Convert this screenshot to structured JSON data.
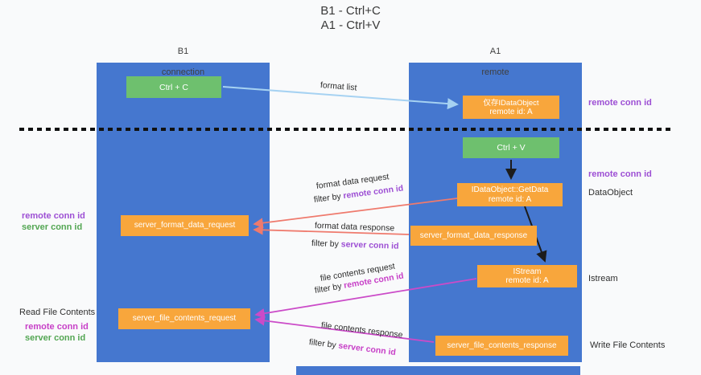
{
  "title": {
    "line1": "B1 - Ctrl+C",
    "line2": "A1 - Ctrl+V"
  },
  "columns": {
    "left": {
      "name": "B1",
      "sub": "connection"
    },
    "right": {
      "name": "A1",
      "sub": "remote"
    }
  },
  "boxes": {
    "ctrl_c": "Ctrl + C",
    "ctrl_v": "Ctrl + V",
    "idataobject": {
      "line1": "仅存IDataObject",
      "line2": "remote id: A"
    },
    "getdata": {
      "line1": "IDataObject::GetData",
      "line2": "remote id: A"
    },
    "istream": {
      "line1": "IStream",
      "line2": "remote id: A"
    },
    "format_request": "server_format_data_request",
    "format_response": "server_format_data_response",
    "file_request": "server_file_contents_request",
    "file_response": "server_file_contents_response"
  },
  "arrow_labels": {
    "format_list": "format list",
    "format_data_request": "format data request",
    "filter_remote_1": {
      "prefix": "filter by ",
      "value": "remote conn id"
    },
    "format_data_response": "format data response",
    "filter_server_1": {
      "prefix": "filter by ",
      "value": "server conn id"
    },
    "file_contents_request": "file contents request",
    "filter_remote_2": {
      "prefix": "filter by ",
      "value": "remote conn id"
    },
    "file_contents_response": "file contents response",
    "filter_server_2": {
      "prefix": "filter by ",
      "value": "server conn id"
    }
  },
  "side_labels": {
    "right_remote_conn_1": "remote conn id",
    "right_remote_conn_2": "remote conn id",
    "dataobject": "DataObject",
    "istream": "Istream",
    "write_file": "Write File Contents",
    "left_remote_conn_1": "remote conn id",
    "left_server_conn_1": "server conn id",
    "read_file": "Read File Contents",
    "left_remote_conn_2": "remote conn id",
    "left_server_conn_2": "server conn id"
  },
  "colors": {
    "lifeline_blue": "#4577cf",
    "box_orange": "#f8a63c",
    "box_green": "#6ec06e",
    "arrow_lightblue": "#a6d2f2",
    "arrow_salmon": "#ef7a6d",
    "arrow_magenta": "#cb4bc8",
    "arrow_black": "#1c1c1c",
    "text_purple": "#9d4fd4",
    "text_magenta": "#c73fc7",
    "text_green": "#53a653"
  }
}
